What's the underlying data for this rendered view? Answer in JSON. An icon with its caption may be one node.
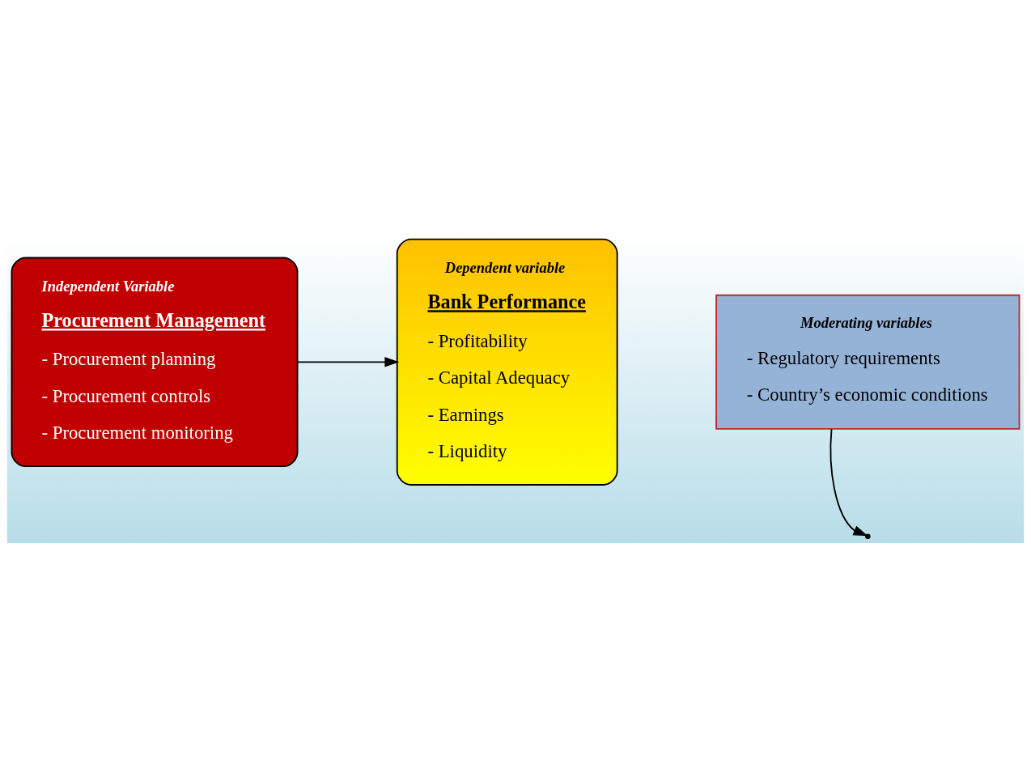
{
  "diagram": {
    "nodes": [
      {
        "text": [
          "Independent Variable",
          "Procurement Management",
          "- Procurement planning",
          "- Procurement controls",
          "- Procurement monitoring"
        ]
      },
      {
        "text": [
          "Dependent variable",
          "Bank Performance",
          "- Profitability",
          "- Capital Adequacy",
          "- Earnings",
          "- Liquidity"
        ]
      },
      {
        "text": [
          "Moderating variables",
          "- Regulatory requirements",
          "- Country’s economic conditions"
        ]
      }
    ],
    "edges": [
      {
        "from": 0,
        "to": 1,
        "arrow": "to"
      },
      {
        "from": 2,
        "to": null,
        "arrow": "to"
      }
    ]
  }
}
